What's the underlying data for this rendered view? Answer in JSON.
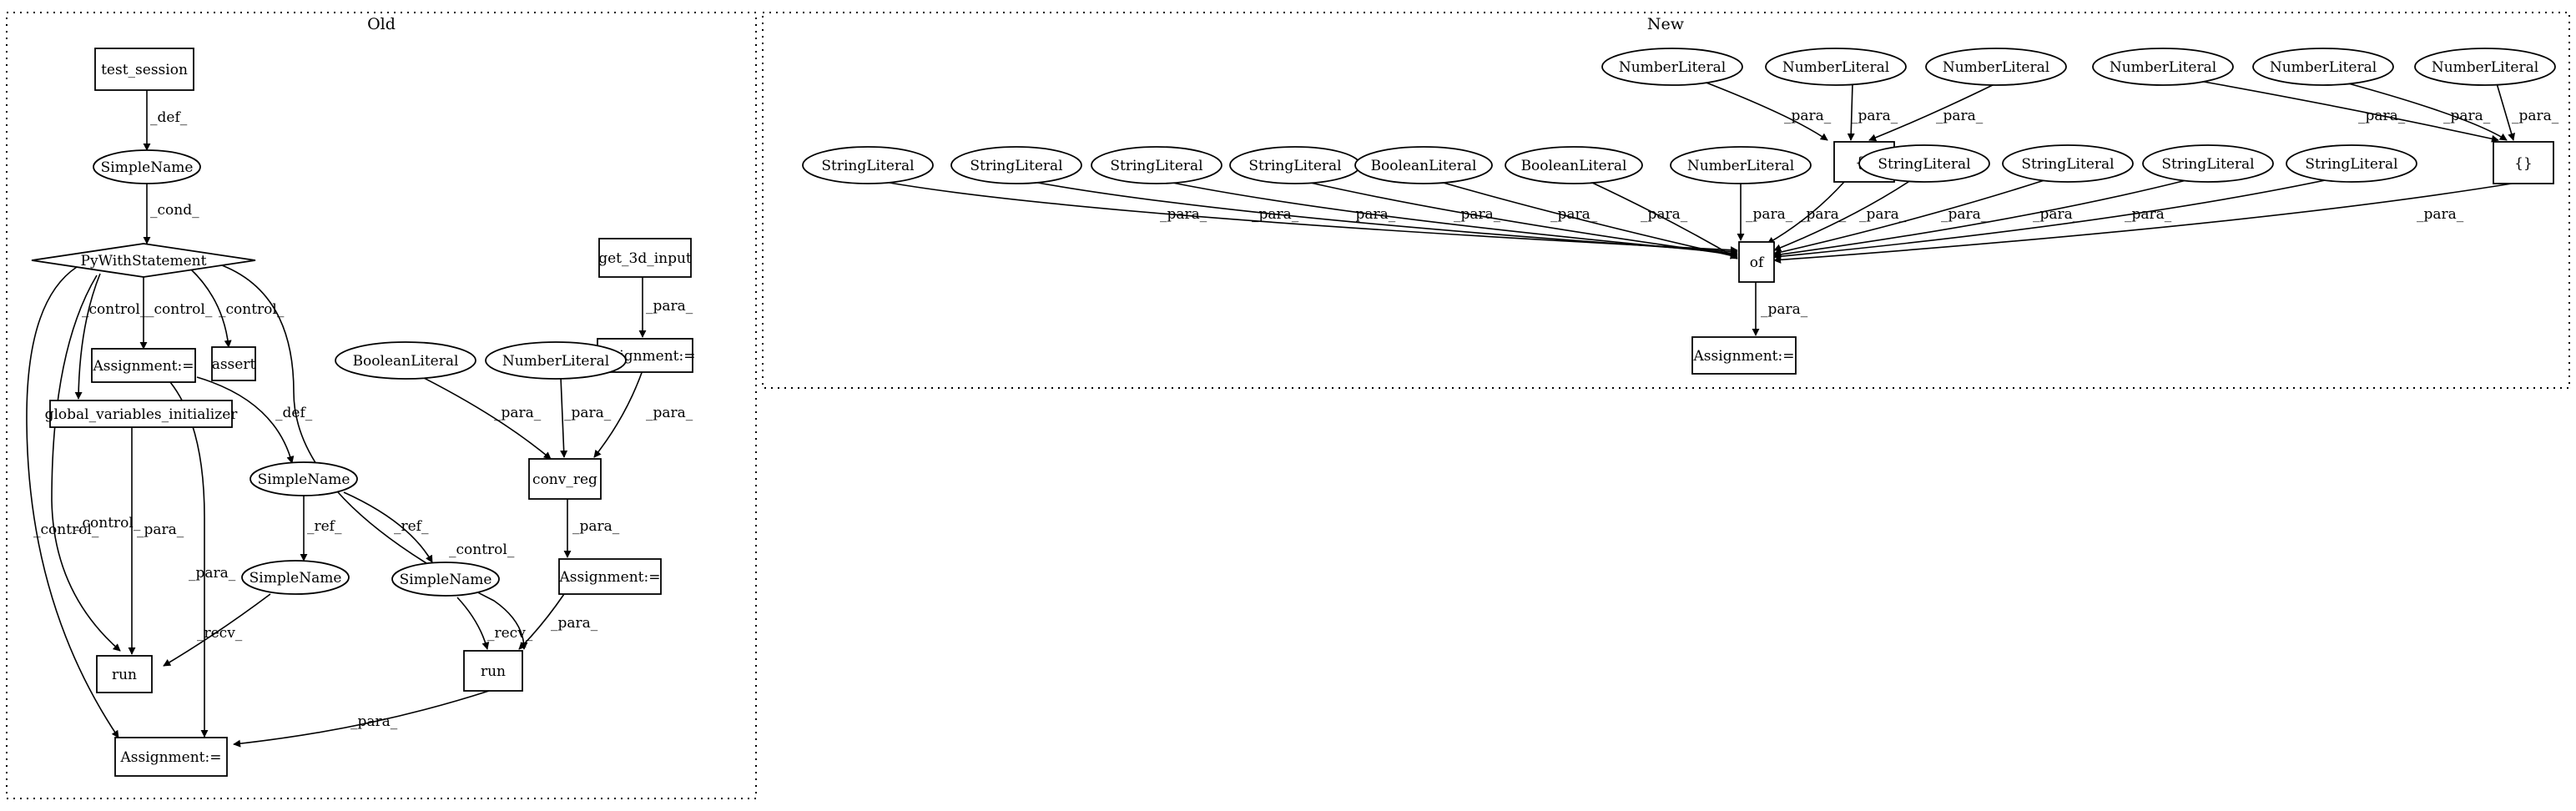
{
  "clusters": {
    "old": {
      "label": "Old"
    },
    "new": {
      "label": "New"
    }
  },
  "nodes": {
    "o_test_session": "test_session",
    "o_simplename_top": "SimpleName",
    "o_pywith": "PyWithStatement",
    "o_assign_a": "Assignment:=",
    "o_assert": "assert",
    "o_gvi": "global_variables_initializer",
    "o_simplename_mid": "SimpleName",
    "o_simplename_left": "SimpleName",
    "o_simplename_right": "SimpleName",
    "o_run_left": "run",
    "o_run_right": "run",
    "o_assign_bottom": "Assignment:=",
    "o_get3d": "get_3d_input",
    "o_assign_b": "Assignment:=",
    "o_bool": "BooleanLiteral",
    "o_num": "NumberLiteral",
    "o_conv": "conv_reg",
    "o_assign_c": "Assignment:=",
    "n_num1": "NumberLiteral",
    "n_num2": "NumberLiteral",
    "n_num3": "NumberLiteral",
    "n_num4": "NumberLiteral",
    "n_num5": "NumberLiteral",
    "n_num6": "NumberLiteral",
    "n_braces1": "{}",
    "n_braces2": "{}",
    "n_str1": "StringLiteral",
    "n_str2": "StringLiteral",
    "n_str3": "StringLiteral",
    "n_str4": "StringLiteral",
    "n_bool1": "BooleanLiteral",
    "n_bool2": "BooleanLiteral",
    "n_num7": "NumberLiteral",
    "n_str5": "StringLiteral",
    "n_str6": "StringLiteral",
    "n_str7": "StringLiteral",
    "n_str8": "StringLiteral",
    "n_of": "of",
    "n_assign": "Assignment:="
  },
  "edges": {
    "def": "_def_",
    "cond": "_cond_",
    "control": "_control_",
    "para": "_para_",
    "ref": "_ref_",
    "recv": "_recv_"
  }
}
